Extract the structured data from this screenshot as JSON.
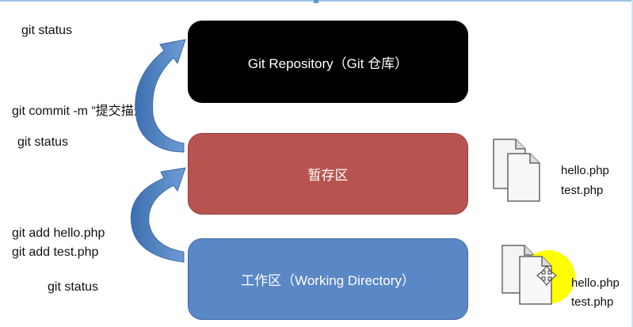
{
  "commands": {
    "status_top": "git status",
    "commit": "git commit -m “提交描述”",
    "status_middle": "git status",
    "add_hello": "git add hello.php",
    "add_test": "git add test.php",
    "status_bottom": "git status"
  },
  "boxes": {
    "repository": "Git Repository（Git 仓库）",
    "staging": "暂存区",
    "working": "工作区（Working Directory）"
  },
  "staged_files": [
    "hello.php",
    "test.php"
  ],
  "working_files": [
    "hello.php",
    "test.php"
  ],
  "colors": {
    "repository": "#000000",
    "staging": "#b85450",
    "working": "#5a87c6",
    "arrow": "#4f81bd",
    "highlight": "#ffff00"
  },
  "icons": {
    "documents": "document-stack-icon",
    "move_cursor": "move-cursor-icon"
  }
}
